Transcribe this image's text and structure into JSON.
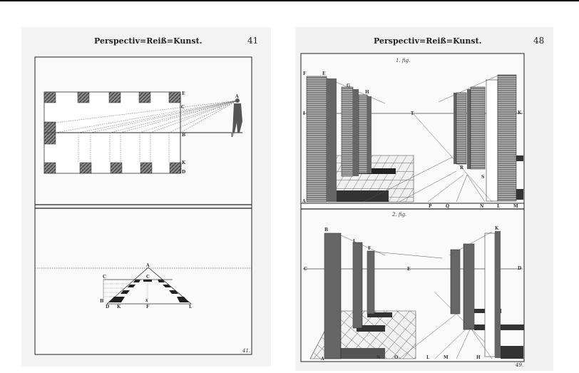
{
  "left_page": {
    "header": "Perspectiv=Reiß=Kunst.",
    "page_number": "41",
    "footer_mark": "41.",
    "figure_top_labels": {
      "E": "E",
      "C": "C",
      "B": "B",
      "K": "K",
      "D": "D",
      "A": "A",
      "F": "F"
    },
    "figure_bottom_labels": {
      "A": "A",
      "C": "C",
      "C2": "C",
      "B": "B",
      "D": "D",
      "K": "K",
      "F": "F",
      "L": "L",
      "X": "x"
    }
  },
  "right_page": {
    "header": "Perspectiv=Reiß=Kunst.",
    "page_number": "48",
    "footer_mark": "49.",
    "figure_1": {
      "caption": "1. fig.",
      "labels": {
        "F": "F",
        "E": "E",
        "G": "G",
        "H": "H",
        "I": "I",
        "T": "T",
        "K": "K",
        "A": "A",
        "P": "P",
        "Q": "Q",
        "N": "N",
        "L": "L",
        "M": "M",
        "R": "R",
        "S": "S"
      }
    },
    "figure_2": {
      "caption": "2. fig.",
      "labels": {
        "B": "B",
        "I": "I",
        "F": "F",
        "K": "K",
        "C": "C",
        "E": "E",
        "D": "D",
        "A": "A",
        "N": "N",
        "O": "O",
        "L": "L",
        "M": "M",
        "H": "H",
        "G": "G"
      }
    }
  }
}
